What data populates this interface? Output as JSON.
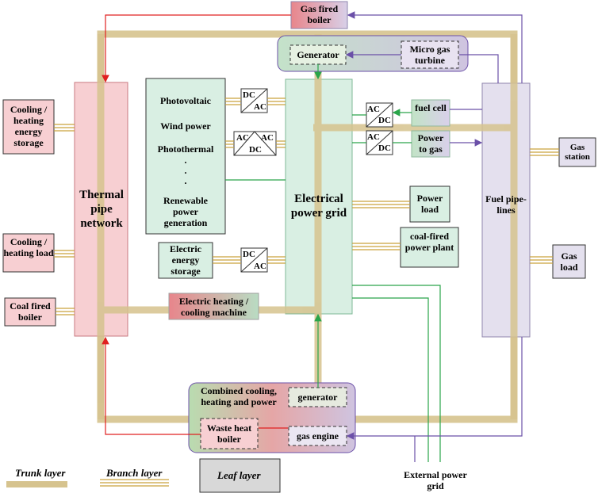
{
  "colors": {
    "trunk": "#d6c38e",
    "trunk_edge": "#b9a468",
    "thermal_fill": "#f7cfd2",
    "thermal_edge": "#c87a80",
    "grid_fill": "#d9efe3",
    "grid_edge": "#7fb897",
    "gas_fill": "#e4e0ee",
    "gas_edge": "#8f86ad",
    "thermal_line": "#e02020",
    "electric_line": "#2aa54a",
    "gas_line": "#6b50a8"
  },
  "labels": {
    "gas_fired_boiler": "Gas fired boiler",
    "generator_top": "Generator",
    "micro_gas_turbine": "Micro gas turbine",
    "cooling_heating_storage": "Cooling / heating energy storage",
    "cooling_heating_load": "Cooling / heating load",
    "coal_fired_boiler": "Coal fired boiler",
    "thermal_pipe_network": "Thermal pipe network",
    "photovoltaic": "Photovoltaic",
    "wind_power": "Wind power",
    "photothermal": "Photothermal",
    "dots": "·",
    "renewable_generation": "Renewable power generation",
    "electric_energy_storage": "Electric energy storage",
    "electrical_power_grid": "Electrical power grid",
    "fuel_cell": "fuel cell",
    "power_to_gas": "Power to gas",
    "power_load": "Power load",
    "coal_fired_power_plant": "coal-fired power plant",
    "fuel_pipelines": "Fuel pipe-lines",
    "gas_station": "Gas station",
    "gas_load": "Gas load",
    "electric_heating_cooling": "Electric heating / cooling machine",
    "cchp": "Combined cooling, heating and power",
    "generator_bottom": "generator",
    "waste_heat_boiler": "Waste heat boiler",
    "gas_engine": "gas engine",
    "external_power_grid": "External power grid",
    "dc": "DC",
    "ac": "AC"
  },
  "legend": {
    "trunk": "Trunk layer",
    "branch": "Branch layer",
    "leaf": "Leaf layer"
  }
}
